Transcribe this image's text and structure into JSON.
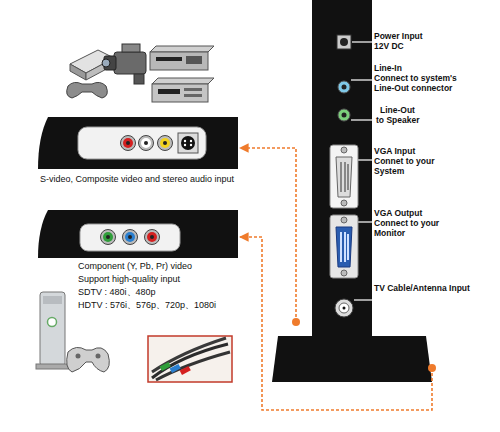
{
  "diagram": {
    "nodes": [
      {
        "text": [
          "S-video, Composite video and stereo audio input"
        ]
      },
      {
        "text": [
          "Component (Y, Pb, Pr) video",
          "Support high-quality input",
          "SDTV : 480i、480p",
          "HDTV : 576i、576p、720p、1080i"
        ]
      },
      {
        "text": [
          "Power Input",
          "12V DC",
          "Line-In",
          "Connect to system's Line-Out connector",
          "Line-Out",
          "to Speaker",
          "VGA Input",
          "Connet to your System",
          "VGA Output",
          "Connect to your Monitor",
          "TV Cable/Antenna Input"
        ]
      }
    ],
    "edges": [
      {
        "from": 2,
        "to": 0,
        "arrow": "to"
      },
      {
        "from": 2,
        "to": 1,
        "arrow": "to"
      }
    ]
  }
}
